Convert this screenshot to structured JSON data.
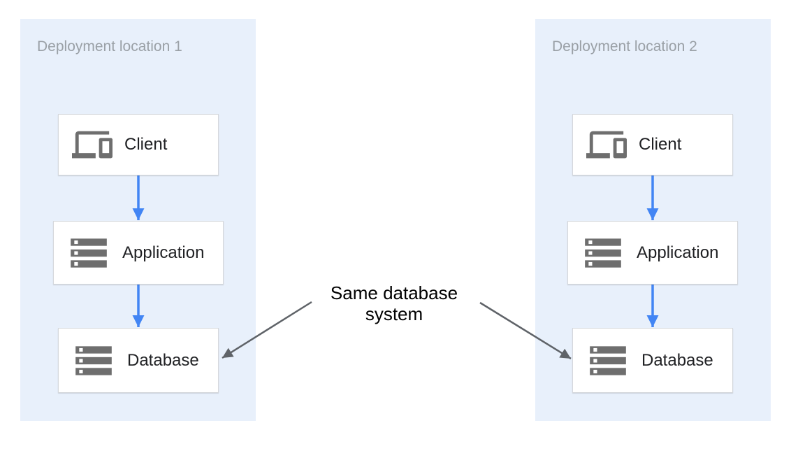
{
  "annotation": {
    "text": "Same database\nsystem"
  },
  "panels": [
    {
      "title": "Deployment location 1",
      "boxes": [
        {
          "label": "Client",
          "icon": "devices-icon"
        },
        {
          "label": "Application",
          "icon": "storage-icon"
        },
        {
          "label": "Database",
          "icon": "storage-icon"
        }
      ]
    },
    {
      "title": "Deployment location 2",
      "boxes": [
        {
          "label": "Client",
          "icon": "devices-icon"
        },
        {
          "label": "Application",
          "icon": "storage-icon"
        },
        {
          "label": "Database",
          "icon": "storage-icon"
        }
      ]
    }
  ],
  "colors": {
    "panel_background": "#E8F0FB",
    "flow_arrow_blue": "#4285F4",
    "annotation_arrow_gray": "#5F6368",
    "icon_gray": "#6E6E6E",
    "title_gray": "#9AA0A6"
  }
}
